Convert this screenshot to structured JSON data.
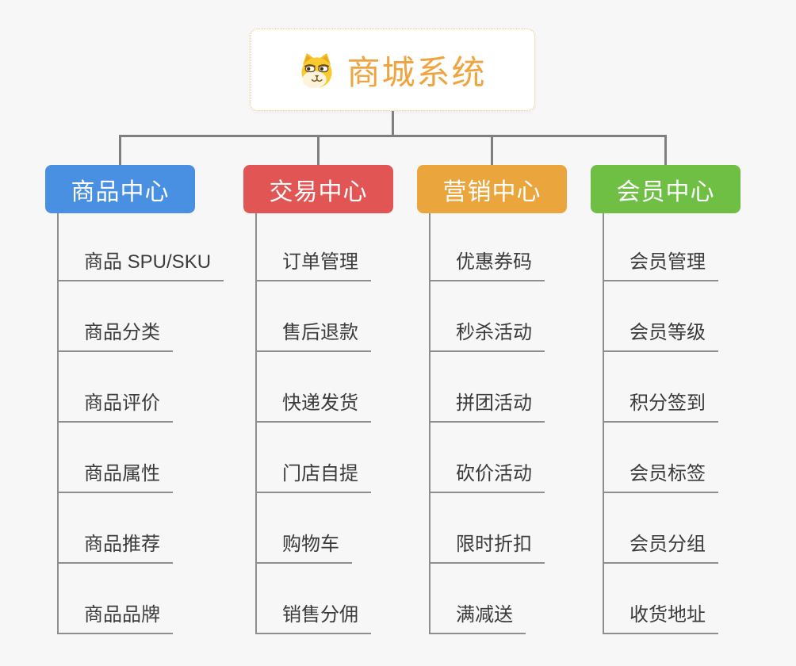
{
  "root": {
    "title": "商城系统",
    "icon": "dog-icon",
    "title_color": "#f0a43f",
    "border_color": "#f0c377"
  },
  "connector_color": "#7f7f7f",
  "leaf_line_color": "#8e8e8e",
  "background_color": "#f7f7f7",
  "branches": [
    {
      "label": "商品中心",
      "color": "#4a90e2",
      "items": [
        "商品 SPU/SKU",
        "商品分类",
        "商品评价",
        "商品属性",
        "商品推荐",
        "商品品牌"
      ]
    },
    {
      "label": "交易中心",
      "color": "#e25555",
      "items": [
        "订单管理",
        "售后退款",
        "快递发货",
        "门店自提",
        "购物车",
        "销售分佣"
      ]
    },
    {
      "label": "营销中心",
      "color": "#eaa63d",
      "items": [
        "优惠券码",
        "秒杀活动",
        "拼团活动",
        "砍价活动",
        "限时折扣",
        "满减送"
      ]
    },
    {
      "label": "会员中心",
      "color": "#6ebf43",
      "items": [
        "会员管理",
        "会员等级",
        "积分签到",
        "会员标签",
        "会员分组",
        "收货地址"
      ]
    }
  ]
}
